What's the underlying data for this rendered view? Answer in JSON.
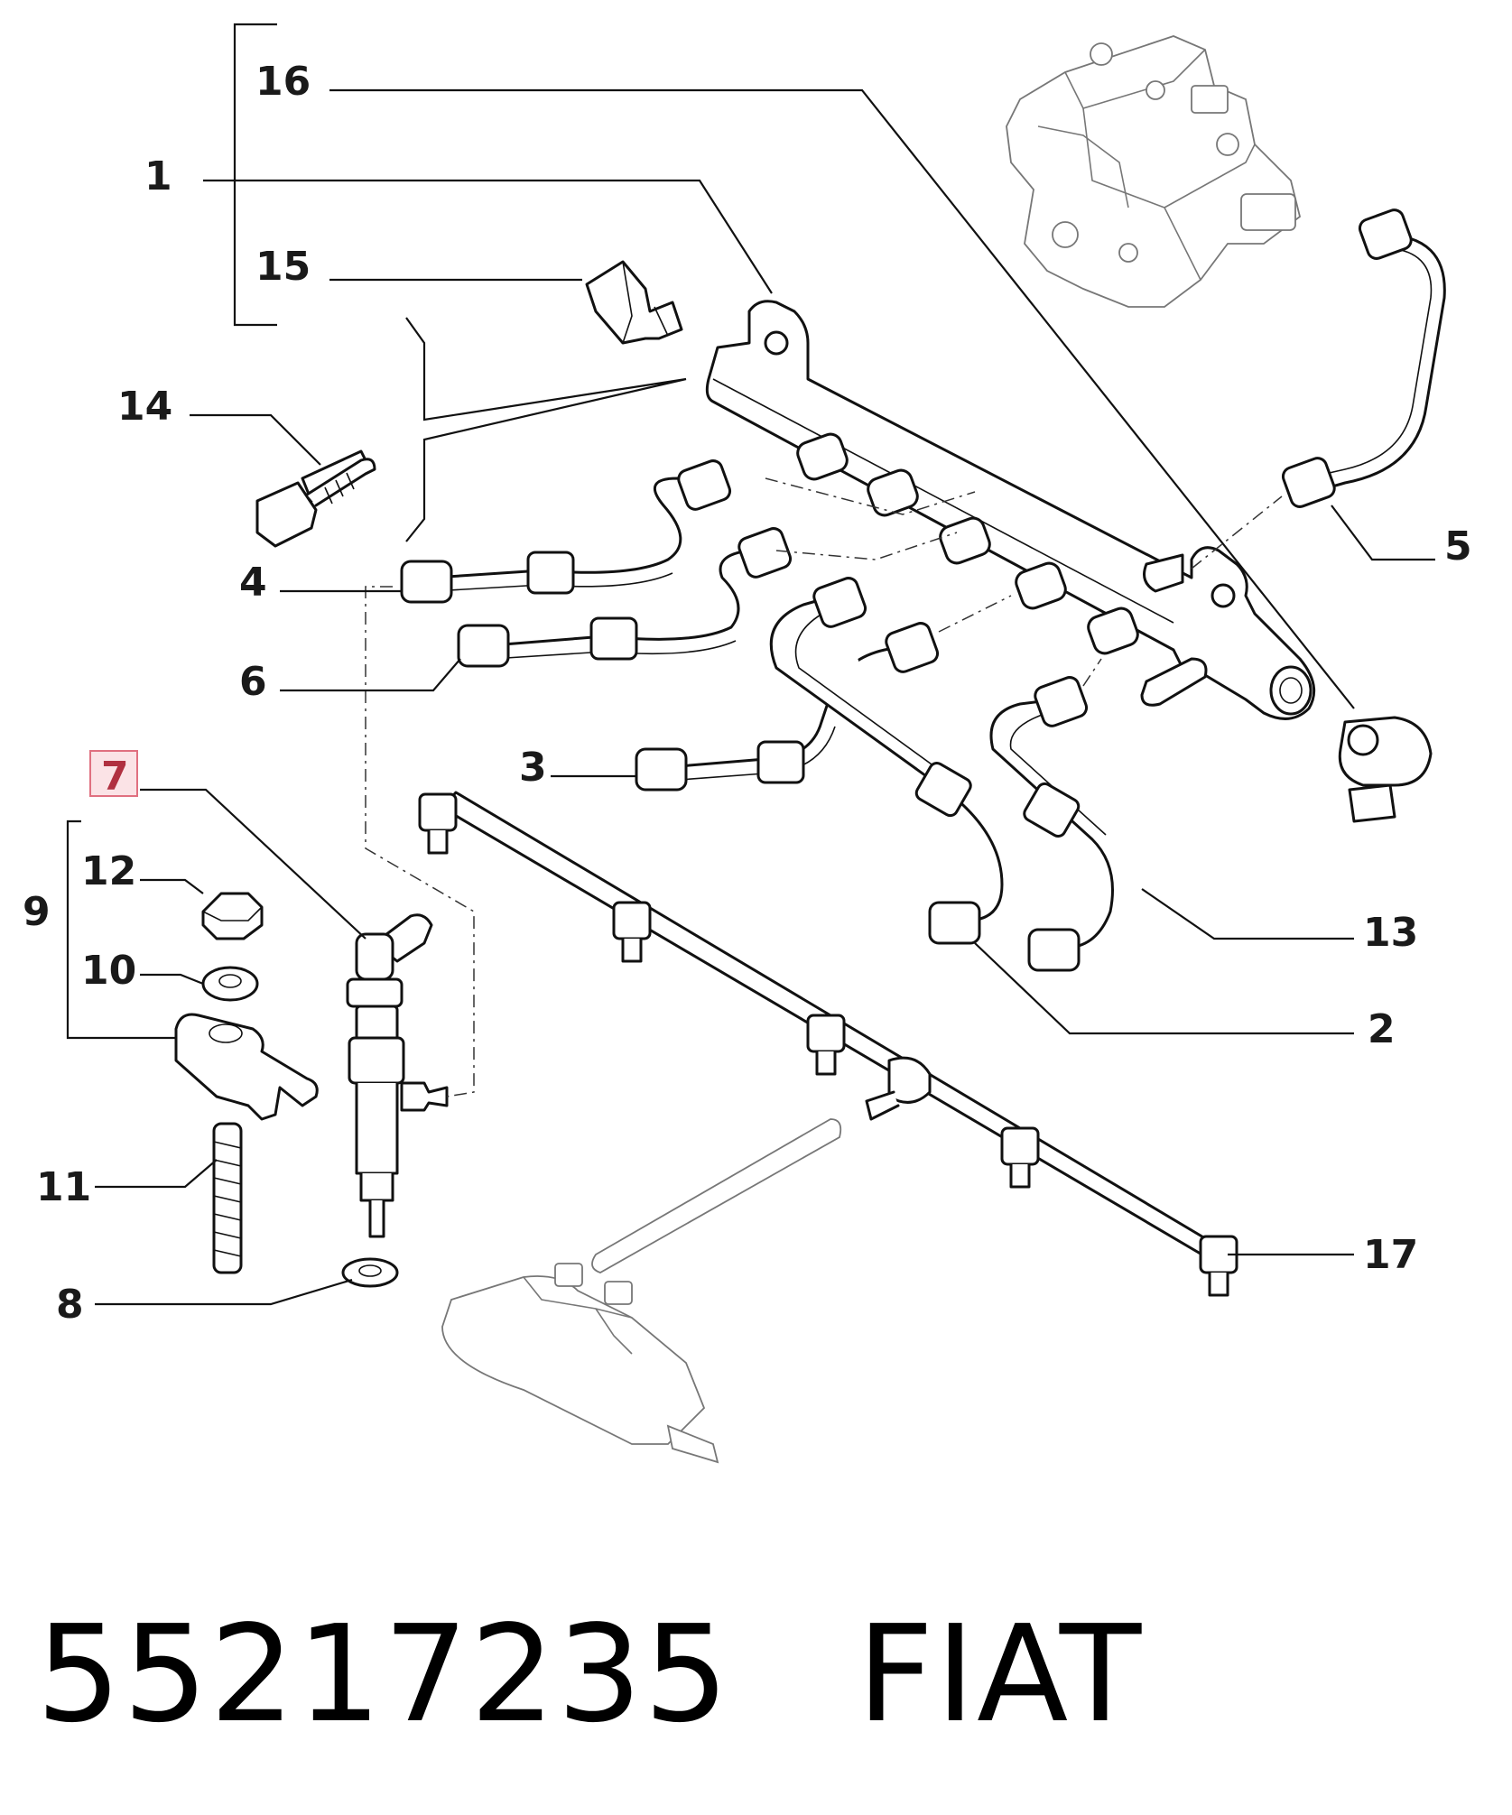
{
  "callouts": {
    "c1": "1",
    "c2": "2",
    "c3": "3",
    "c4": "4",
    "c5": "5",
    "c6": "6",
    "c7": "7",
    "c8": "8",
    "c9": "9",
    "c10": "10",
    "c11": "11",
    "c12": "12",
    "c13": "13",
    "c14": "14",
    "c15": "15",
    "c16": "16",
    "c17": "17"
  },
  "highlighted_callout": "7",
  "colors": {
    "highlight_border": "#e07080",
    "highlight_fill": "#fbe3e6",
    "highlight_text": "#b03040"
  },
  "footer": {
    "part_number": "55217235",
    "brand": "FIAT"
  }
}
